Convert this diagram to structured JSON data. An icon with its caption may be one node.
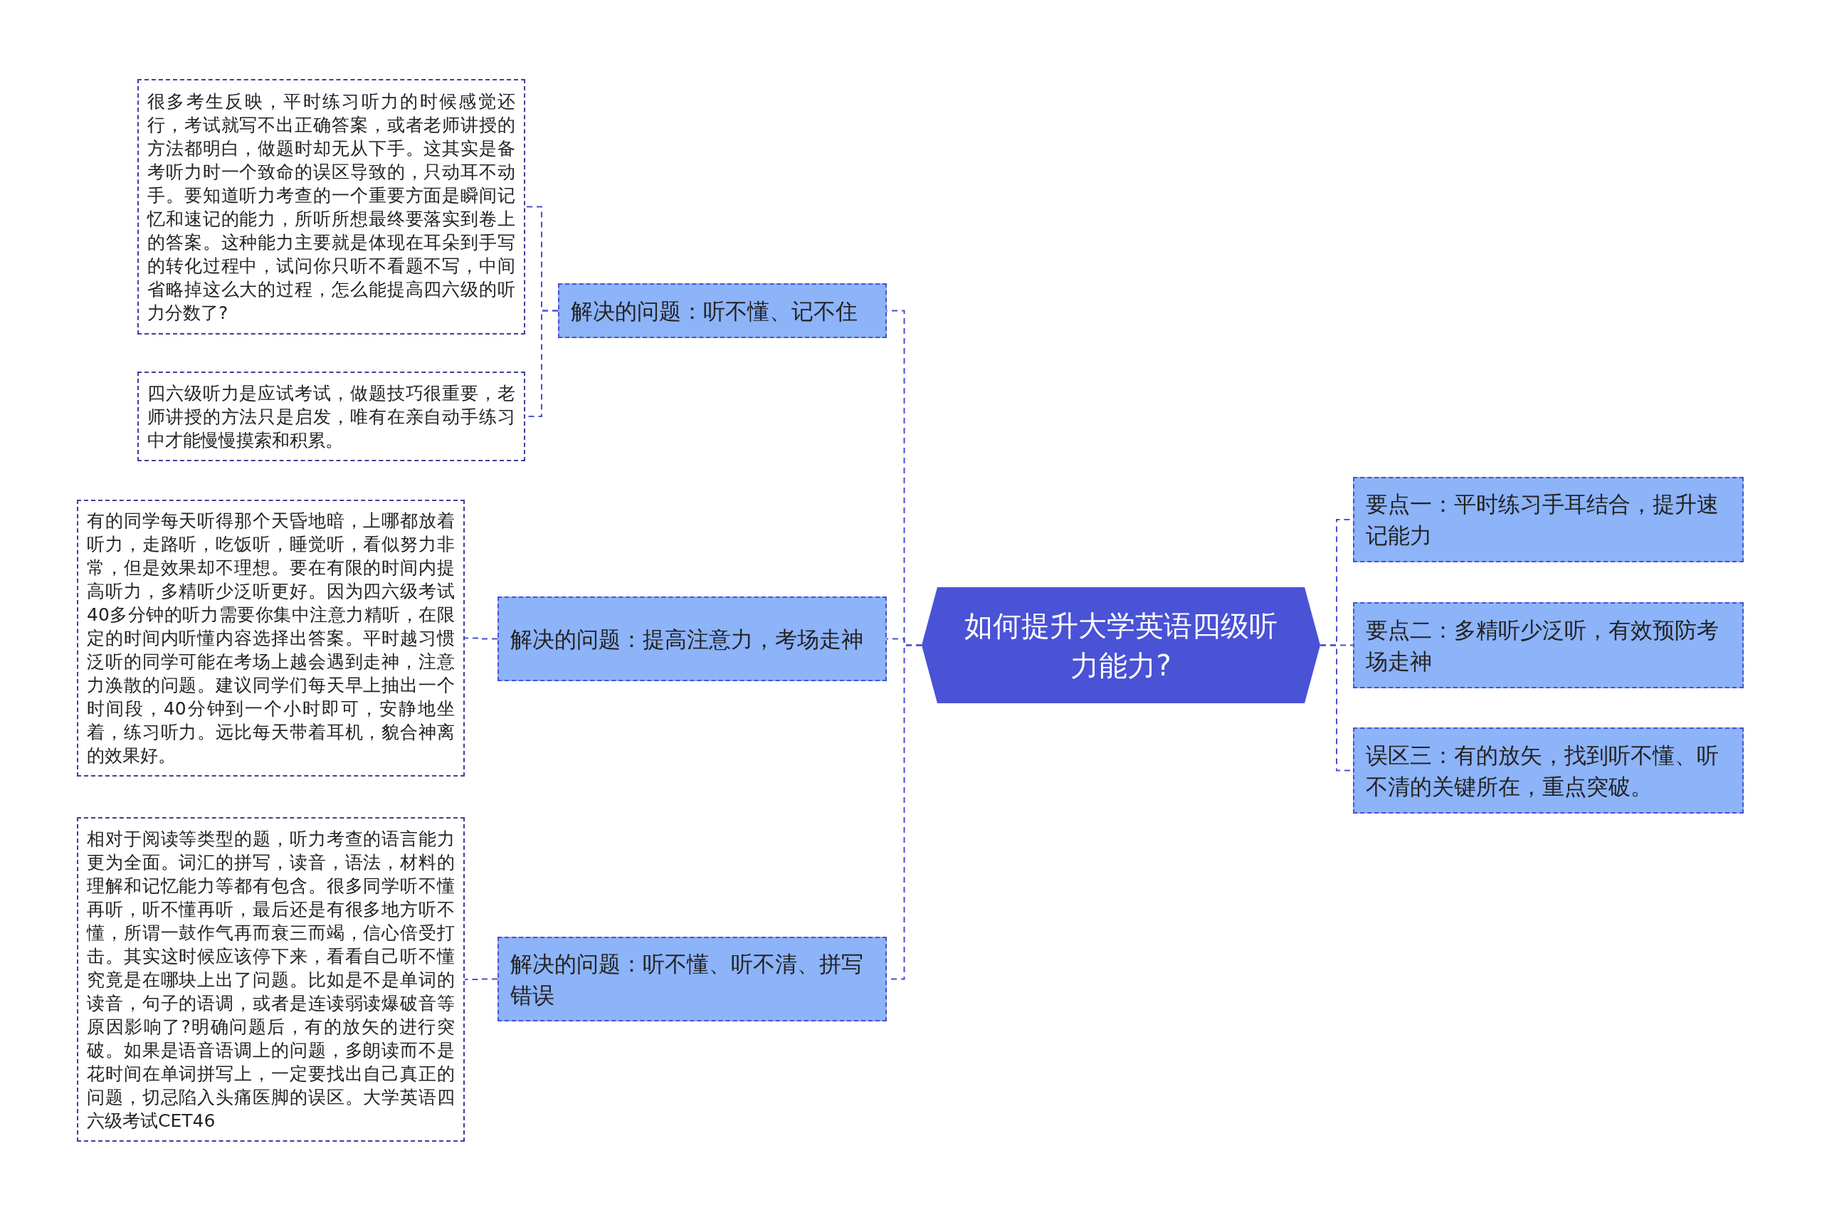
{
  "diagram": {
    "nodes": [
      {
        "text": [
          "如何提升大学英语四级听力能力?"
        ]
      },
      {
        "text": [
          "要点一：平时练习手耳结合，提升速记能力"
        ]
      },
      {
        "text": [
          "要点二：多精听少泛听，有效预防考场走神"
        ]
      },
      {
        "text": [
          "误区三：有的放矢，找到听不懂、听不清的关键所在，重点突破。"
        ]
      },
      {
        "text": [
          "解决的问题：听不懂、记不住"
        ]
      },
      {
        "text": [
          "很多考生反映，平时练习听力的时候感觉还行，考试就写不出正确答案，或者老师讲授的方法都明白，做题时却无从下手。这其实是备考听力时一个致命的误区导致的，只动耳不动手。要知道听力考查的一个重要方面是瞬间记忆和速记的能力，所听所想最终要落实到卷上的答案。这种能力主要就是体现在耳朵到手写的转化过程中，试问你只听不看题不写，中间省略掉这么大的过程，怎么能提高四六级的听力分数了?"
        ]
      },
      {
        "text": [
          "四六级听力是应试考试，做题技巧很重要，老师讲授的方法只是启发，唯有在亲自动手练习中才能慢慢摸索和积累。"
        ]
      },
      {
        "text": [
          "解决的问题：提高注意力，考场走神"
        ]
      },
      {
        "text": [
          "有的同学每天听得那个天昏地暗，上哪都放着听力，走路听，吃饭听，睡觉听，看似努力非常，但是效果却不理想。要在有限的时间内提高听力，多精听少泛听更好。因为四六级考试40多分钟的听力需要你集中注意力精听，在限定的时间内听懂内容选择出答案。平时越习惯泛听的同学可能在考场上越会遇到走神，注意力涣散的问题。建议同学们每天早上抽出一个时间段，40分钟到一个小时即可，安静地坐着，练习听力。远比每天带着耳机，貌合神离的效果好。"
        ]
      },
      {
        "text": [
          "解决的问题：听不懂、听不清、拼写错误"
        ]
      },
      {
        "text": [
          "相对于阅读等类型的题，听力考查的语言能力更为全面。词汇的拼写，读音，语法，材料的理解和记忆能力等都有包含。很多同学听不懂再听，听不懂再听，最后还是有很多地方听不懂，所谓一鼓作气再而衰三而竭，信心倍受打击。其实这时候应该停下来，看看自己听不懂究竟是在哪块上出了问题。比如是不是单词的读音，句子的语调，或者是连读弱读爆破音等原因影响了?明确问题后，有的放矢的进行突破。如果是语音语调上的问题，多朗读而不是花时间在单词拼写上，一定要找出自己真正的问题，切忌陷入头痛医脚的误区。大学英语四六级考试CET46"
        ]
      }
    ],
    "edges": [
      {
        "from": 0,
        "to": 1,
        "arrow": "none",
        "style": "dashed"
      },
      {
        "from": 0,
        "to": 2,
        "arrow": "none",
        "style": "dashed"
      },
      {
        "from": 0,
        "to": 3,
        "arrow": "none",
        "style": "dashed"
      },
      {
        "from": 0,
        "to": 4,
        "arrow": "none",
        "style": "dashed"
      },
      {
        "from": 4,
        "to": 5,
        "arrow": "none",
        "style": "dashed"
      },
      {
        "from": 4,
        "to": 6,
        "arrow": "none",
        "style": "dashed"
      },
      {
        "from": 0,
        "to": 7,
        "arrow": "none",
        "style": "dashed"
      },
      {
        "from": 7,
        "to": 8,
        "arrow": "none",
        "style": "dashed"
      },
      {
        "from": 0,
        "to": 9,
        "arrow": "none",
        "style": "dashed"
      },
      {
        "from": 9,
        "to": 10,
        "arrow": "none",
        "style": "dashed"
      }
    ]
  }
}
